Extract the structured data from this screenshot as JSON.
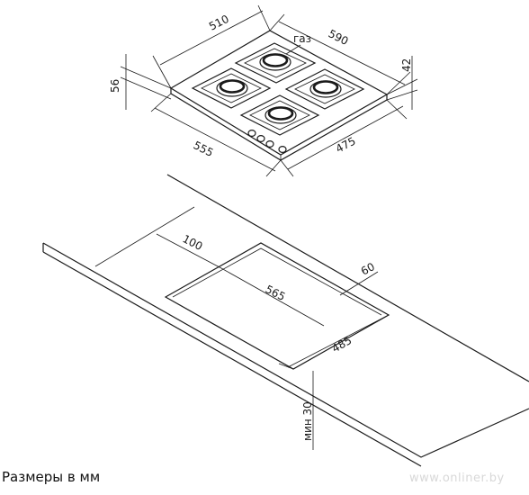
{
  "hob": {
    "dims": {
      "depth_top": "510",
      "width_top": "590",
      "gas": "газ",
      "height_left": "56",
      "height_right": "42",
      "width_bottom": "555",
      "depth_bottom": "475"
    }
  },
  "cutout": {
    "dims": {
      "offset_back": "100",
      "offset_side": "60",
      "width": "565",
      "depth": "485",
      "min_thickness": "мин 30"
    }
  },
  "caption": "Размеры в мм",
  "watermark": "www.onliner.by"
}
